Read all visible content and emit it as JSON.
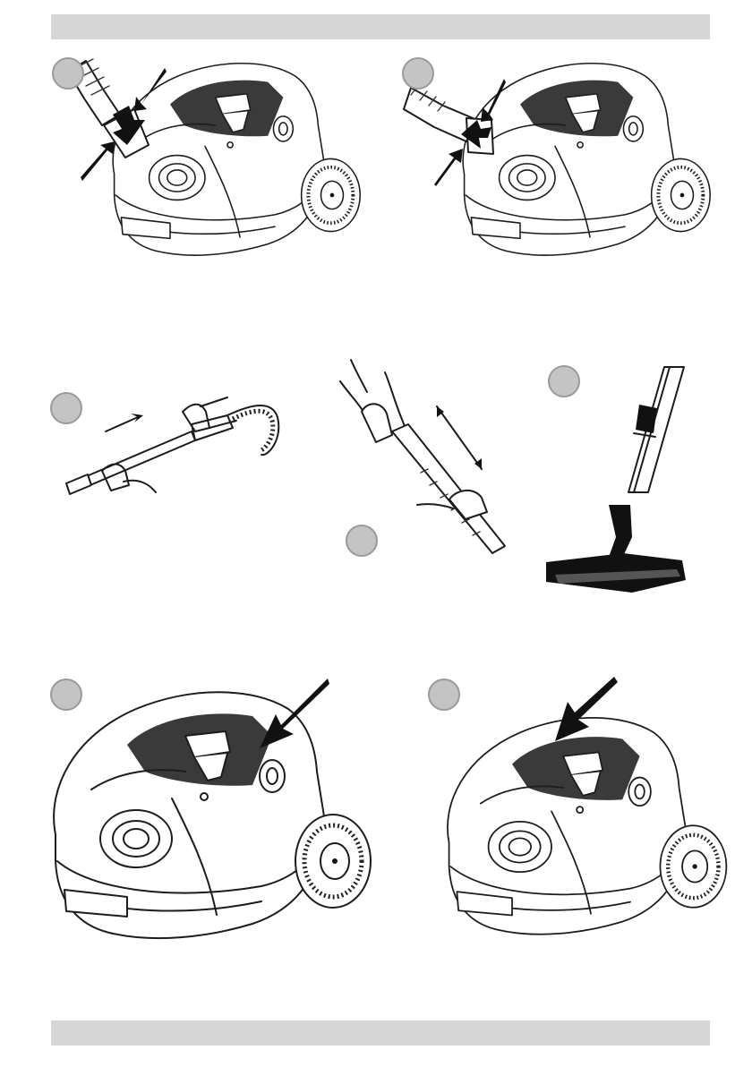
{
  "header_bar": "",
  "footer_bar": "",
  "figures": [
    {
      "id": "fig-1",
      "icon": "vacuum-hose-insert"
    },
    {
      "id": "fig-2",
      "icon": "vacuum-hose-release"
    },
    {
      "id": "fig-3",
      "icon": "telescopic-tube-connect"
    },
    {
      "id": "fig-4",
      "icon": "telescopic-tube-adjust"
    },
    {
      "id": "fig-5",
      "icon": "floor-brush-attach"
    },
    {
      "id": "fig-6",
      "icon": "power-button-press"
    },
    {
      "id": "fig-7",
      "icon": "cord-rewind-press"
    }
  ],
  "colors": {
    "bar": "#d6d6d6",
    "badge": "#c4c4c4",
    "line": "#1c1c1c"
  }
}
